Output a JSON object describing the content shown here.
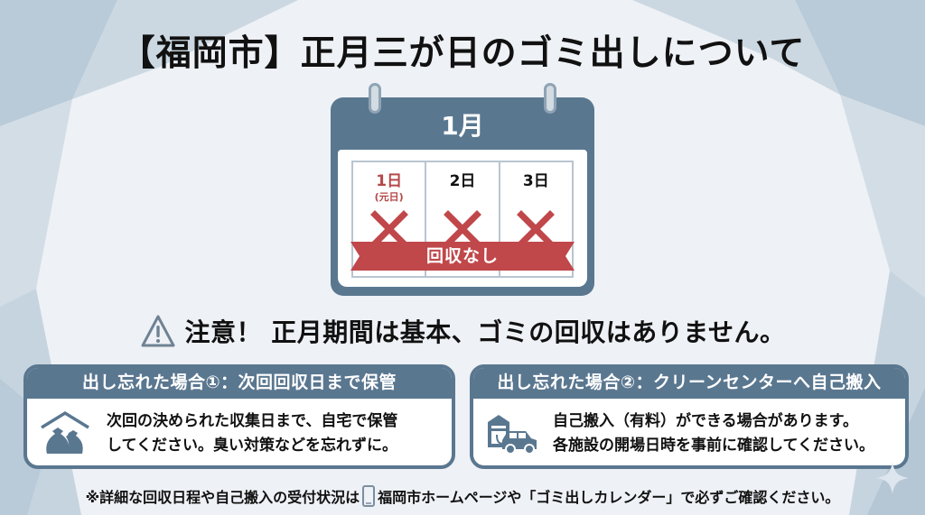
{
  "title": "【福岡市】正月三が日のゴミ出しについて",
  "calendar": {
    "month": "1月",
    "days": [
      {
        "label": "1日",
        "sub": "(元日)",
        "mark": "x-mark",
        "highlight": true
      },
      {
        "label": "2日",
        "sub": "",
        "mark": "x-mark",
        "highlight": false
      },
      {
        "label": "3日",
        "sub": "",
        "mark": "x-mark",
        "highlight": false
      }
    ],
    "banner": "回収なし"
  },
  "notice": {
    "icon": "warning-icon",
    "text": "注意！ 正月期間は基本、ゴミの回収はありません。"
  },
  "cards": [
    {
      "header": "出し忘れた場合①：次回回収日まで保管",
      "icon": "garbage-bags-home-icon",
      "lines": [
        "次回の決められた収集日まで、自宅で保管",
        "してください。臭い対策などを忘れずに。"
      ]
    },
    {
      "header": "出し忘れた場合②：クリーンセンターへ自己搬入",
      "icon": "facility-car-icon",
      "lines": [
        "自己搬入（有料）ができる場合があります。",
        "各施設の開場日時を事前に確認してください。"
      ]
    }
  ],
  "footer": {
    "before": "※詳細な回収日程や自己搬入の受付状況は",
    "icon": "smartphone-icon",
    "after": "福岡市ホームページや「ゴミ出しカレンダー」で必ずご確認ください。"
  },
  "colors": {
    "primary": "#5a7790",
    "accent_red": "#c0474a",
    "background": "#eef1f5",
    "text": "#111111"
  }
}
